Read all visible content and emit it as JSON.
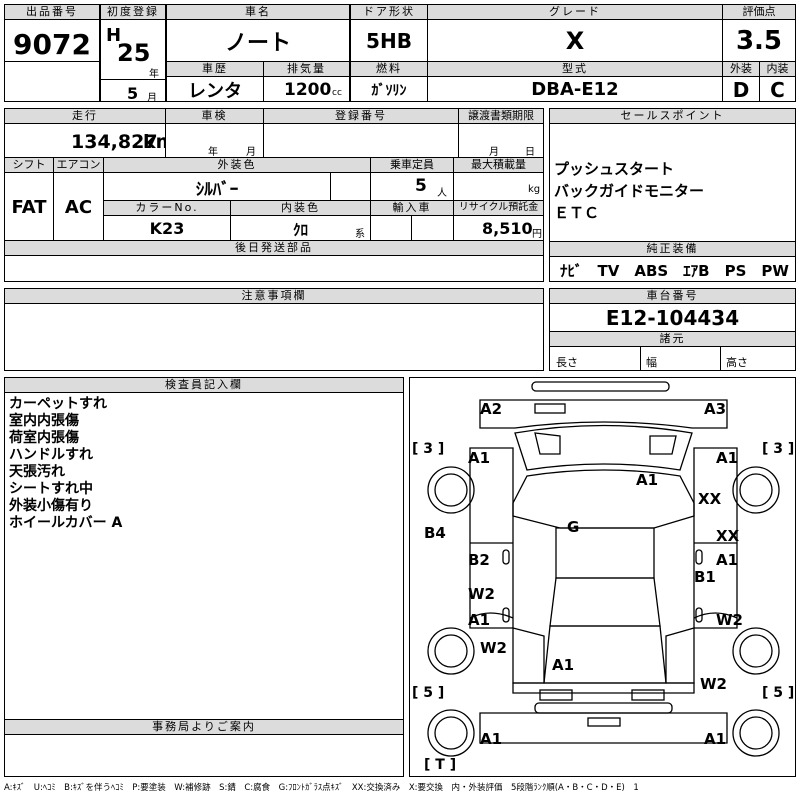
{
  "header": {
    "lot_label": "出品番号",
    "lot_value": "9072",
    "reg_label": "初度登録",
    "era": "H",
    "year": "25",
    "year_unit": "年",
    "month": "5",
    "month_unit": "月",
    "name_label": "車名",
    "name_value": "ノート",
    "history_label": "車歴",
    "history_value": "レンタ",
    "disp_label": "排気量",
    "disp_value": "1200",
    "disp_unit": "cc",
    "door_label": "ドア形状",
    "door_value": "5HB",
    "fuel_label": "燃料",
    "fuel_value": "ｶﾞｿﾘﾝ",
    "grade_label": "グレード",
    "grade_value": "X",
    "model_label": "型式",
    "model_value": "DBA-E12",
    "score_label": "評価点",
    "score_value": "3.5",
    "ext_label": "外装",
    "ext_value": "D",
    "int_label": "内装",
    "int_value": "C"
  },
  "row2": {
    "mileage_label": "走行",
    "mileage_value": "134,827",
    "mileage_unit": "km",
    "inspection_label": "車検",
    "insp_year_unit": "年",
    "insp_month_unit": "月",
    "regnum_label": "登録番号",
    "transfer_label": "譲渡書類期限",
    "transfer_month_unit": "月",
    "transfer_day_unit": "日",
    "shift_label": "シフト",
    "shift_value": "FAT",
    "ac_label": "エアコン",
    "ac_value": "AC",
    "color_label": "外装色",
    "color_value": "ｼﾙﾊﾞｰ",
    "seats_label": "乗車定員",
    "seats_value": "5",
    "seats_unit": "人",
    "load_label": "最大積載量",
    "load_unit": "kg",
    "colorno_label": "カラーNo.",
    "colorno_value": "K23",
    "intcolor_label": "内装色",
    "intcolor_value": "ｸﾛ",
    "intcolor_unit": "系",
    "import_label": "輸入車",
    "recycle_label": "リサイクル預託金",
    "recycle_value": "8,510",
    "recycle_unit": "円",
    "parts_label": "後日発送部品"
  },
  "sales": {
    "label": "セールスポイント",
    "items": [
      "プッシュスタート",
      "バックガイドモニター",
      "ＥＴＣ"
    ],
    "equip_label": "純正装備",
    "equip_value": "ﾅﾋﾞ　TV　ABS　ｴｱB　PS　PW"
  },
  "notes_label": "注意事項欄",
  "chassis": {
    "label": "車台番号",
    "value": "E12-104434",
    "spec_label": "諸元",
    "len_label": "長さ",
    "width_label": "幅",
    "height_label": "高さ"
  },
  "inspector": {
    "label": "検査員記入欄",
    "lines": [
      "カーペットすれ",
      "室内内張傷",
      "荷室内張傷",
      "ハンドルすれ",
      "天張汚れ",
      "シートすれ中",
      "外装小傷有り",
      "ホイールカバー A"
    ]
  },
  "office_label": "事務局よりご案内",
  "diagram": {
    "marks": [
      "A2",
      "A3",
      "A1",
      "A1",
      "A1",
      "XX",
      "B4",
      "G",
      "XX",
      "B2",
      "A1",
      "B1",
      "W2",
      "A1",
      "W2",
      "W2",
      "A1",
      "W2",
      "A1",
      "A1"
    ],
    "brackets": [
      "[ 3 ]",
      "[ 3 ]",
      "[ 5 ]",
      "[ 5 ]",
      "[ T ]"
    ]
  },
  "legend": "A:ｷｽﾞ　U:ﾍｺﾐ　B:ｷｽﾞを伴うﾍｺﾐ　P:要塗装　W:補修跡　S:錆　C:腐食　G:ﾌﾛﾝﾄｶﾞﾗｽ点ｷｽﾞ　XX:交換済み　X:要交換　内・外装評価　5段階ﾗﾝｸ順(A・B・C・D・E)　1"
}
